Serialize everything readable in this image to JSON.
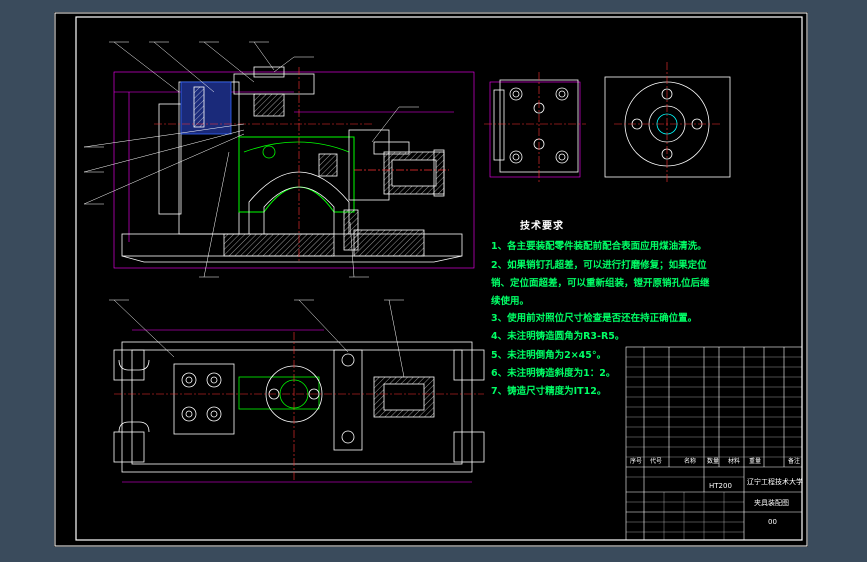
{
  "tech_requirements": {
    "title": "技术要求",
    "lines": [
      "1、各主要装配零件装配前配合表面应用煤油清洗。",
      "2、如果销钉孔超差，可以进行打磨修复；如果定位",
      "销、定位面超差，可以重新组装，镗开原销孔位后继",
      "续使用。",
      "3、使用前对照位尺寸检查是否还在持正确位置。",
      "4、未注明铸造圆角为R3-R5。",
      "5、未注明倒角为2×45°。",
      "6、未注明铸造斜度为1：2。",
      "7、铸造尺寸精度为IT12。"
    ]
  },
  "title_block": {
    "material": "HT200",
    "school": "辽宁工程技术大学",
    "drawing_name": "夹具装配图",
    "drawing_no": "00",
    "header_row": [
      "序号",
      "代号",
      "名称",
      "数量",
      "材料",
      "重量",
      "备注"
    ]
  },
  "colors": {
    "background": "#000000",
    "outer_bg": "#3a4b5c",
    "outline": "#ffffff",
    "border": "#ffffff",
    "hatch": "#ffffff",
    "dimension": "#ff00ff",
    "leader": "#ffffff",
    "section": "#00ff00",
    "center": "#ff3333",
    "hidden": "#00ffff",
    "blue_part": "#3366ff",
    "tech_text": "#00ff66"
  }
}
